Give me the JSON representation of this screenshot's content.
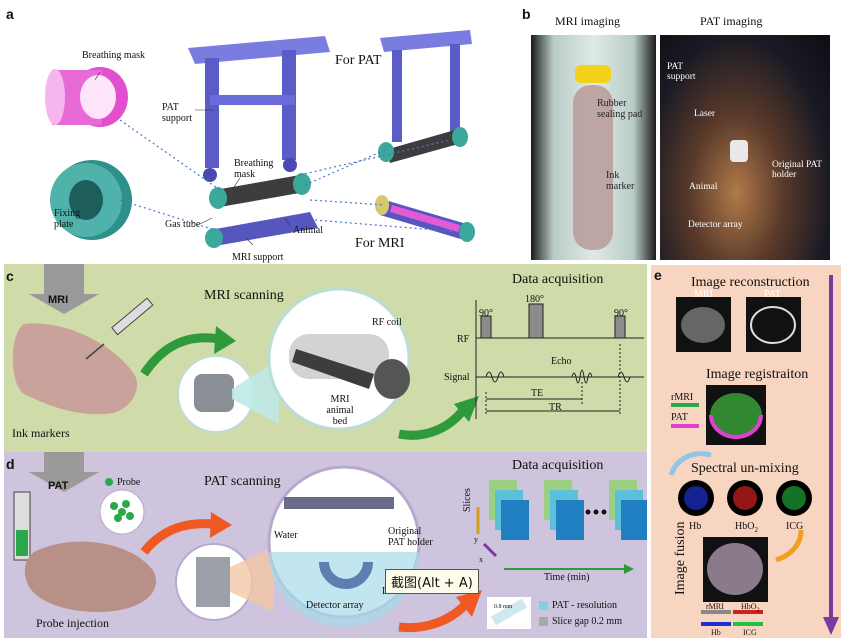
{
  "panels": {
    "a": {
      "label": "a",
      "breathing_mask": "Breathing mask",
      "pat_support": "PAT support",
      "breathing_mask_2": "Breathing mask",
      "fixing_plate": "Fixing plate",
      "gas_tube": "Gas tube",
      "animal": "Animal",
      "mri_support": "MRI support",
      "for_pat": "For PAT",
      "for_mri": "For MRI"
    },
    "b": {
      "label": "b",
      "mri_title": "MRI imaging",
      "pat_title": "PAT imaging",
      "rubber_pad": "Rubber sealing pad",
      "ink_marker": "Ink marker",
      "pat_support": "PAT support",
      "laser": "Laser",
      "animal": "Animal",
      "original_holder": "Original PAT holder",
      "detector_array": "Detector array"
    },
    "c": {
      "label": "c",
      "mri": "MRI",
      "ink_markers": "Ink markers",
      "mri_scanning": "MRI scanning",
      "rf_coil": "RF coil",
      "mri_bed": "MRI animal bed",
      "data_acq": "Data acquisition",
      "rf": "RF",
      "signal": "Signal",
      "deg90a": "90°",
      "deg180": "180°",
      "deg90b": "90°",
      "echo": "Echo",
      "te": "TE",
      "tr": "TR"
    },
    "d": {
      "label": "d",
      "pat": "PAT",
      "probe": "Probe",
      "probe_injection": "Probe injection",
      "pat_scanning": "PAT scanning",
      "water": "Water",
      "original_holder": "Original PAT holder",
      "detector_array": "Detector array",
      "laser": "Laser",
      "data_acq": "Data acquisition",
      "slices": "Slices",
      "y": "y",
      "x": "x",
      "time": "Time (min)",
      "legend_pat": "PAT - resolution",
      "legend_gap": "Slice gap 0.2 mm",
      "scale": "0.8 mm"
    },
    "e": {
      "label": "e",
      "recon": "Image reconstruction",
      "mri": "MRI",
      "pat": "PAT",
      "registration": "Image registraiton",
      "rmri": "rMRI",
      "pat2": "PAT",
      "unmixing": "Spectral un-mixing",
      "hb": "Hb",
      "hbo2": "HbO",
      "hbo2_sub": "2",
      "icg": "ICG",
      "fusion": "Image fusion",
      "f_rmri": "rMRI",
      "f_hbo2": "HbO",
      "f_hbo2_sub": "2",
      "f_hb": "Hb",
      "f_icg": "ICG"
    }
  },
  "tooltip": "截图(Alt + A)",
  "colors": {
    "panel_c_bg": "#cfdcaa",
    "panel_d_bg": "#cec4dd",
    "panel_e_bg": "#f7d5c0",
    "green_arrow": "#2f9a3c",
    "orange_arrow": "#f05a22",
    "purple_arrow": "#7a3aa1",
    "support_purple": "#6f6fcf"
  }
}
